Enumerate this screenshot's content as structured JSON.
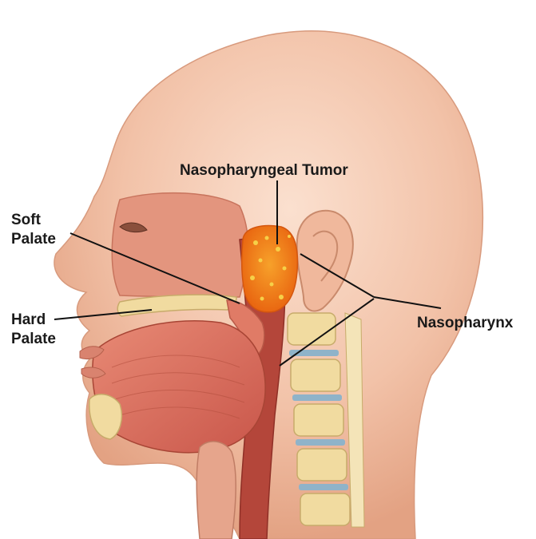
{
  "labels": {
    "tumor": "Nasopharyngeal Tumor",
    "soft_palate": [
      "Soft",
      "Palate"
    ],
    "hard_palate": [
      "Hard",
      "Palate"
    ],
    "nasopharynx": "Nasopharynx"
  },
  "colors": {
    "skin": "#f2c2a8",
    "skin_shadow": "#e3a283",
    "cavity": "#c94f3b",
    "tongue": "#d8655a",
    "tumor": "#f07a18",
    "tumor_spots": "#f6d048",
    "bone": "#f1dba0",
    "disc": "#8fb3c9",
    "pointer_line": "#111111"
  }
}
